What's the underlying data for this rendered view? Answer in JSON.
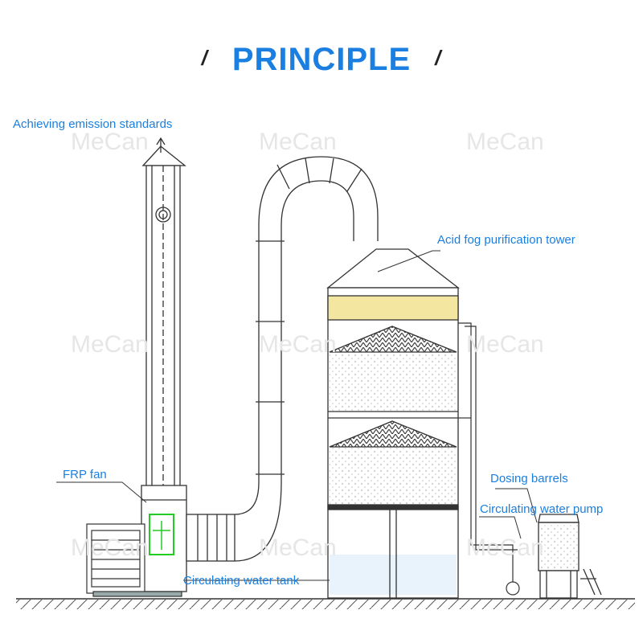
{
  "title": "PRINCIPLE",
  "title_marks": [
    "/",
    "/"
  ],
  "colors": {
    "accent": "#1a7fe0",
    "line": "#333333",
    "fan": "#22cc22",
    "packing": "#555555",
    "mist": "#f2e6a0"
  },
  "labels": {
    "emission": "Achieving emission standards",
    "tower": "Acid fog purification tower",
    "fan": "FRP fan",
    "dosing": "Dosing barrels",
    "pump": "Circulating water pump",
    "tank": "Circulating water tank"
  },
  "watermark": "MeCan"
}
